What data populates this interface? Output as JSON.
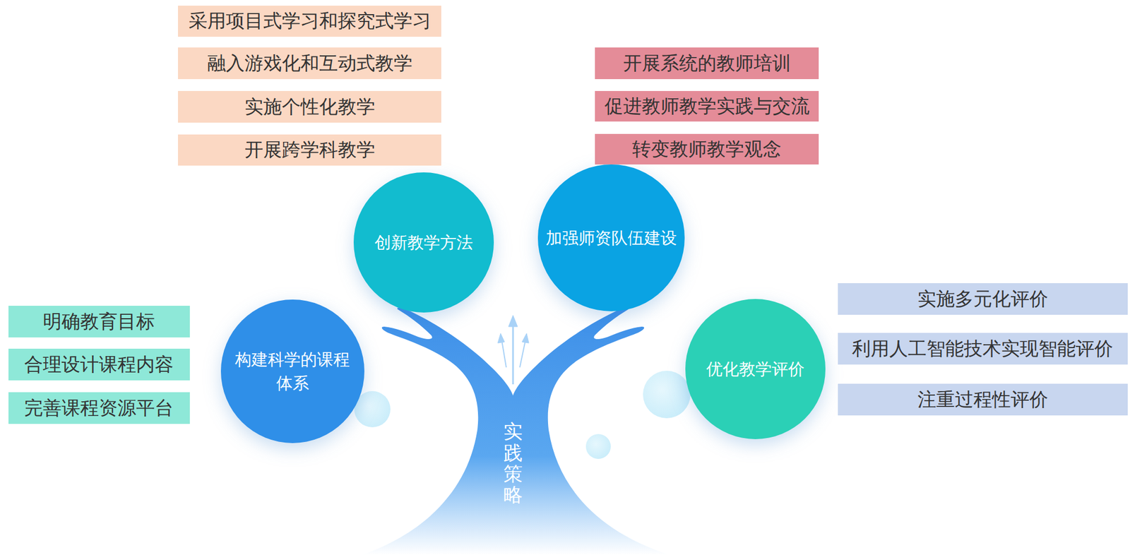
{
  "diagram": {
    "nodes": [
      {
        "text": [
          "实践策略"
        ]
      },
      {
        "text": [
          "构建科学的课程体系"
        ]
      },
      {
        "text": [
          "明确教育目标"
        ]
      },
      {
        "text": [
          "合理设计课程内容"
        ]
      },
      {
        "text": [
          "完善课程资源平台"
        ]
      },
      {
        "text": [
          "创新教学方法"
        ]
      },
      {
        "text": [
          "采用项目式学习和探究式学习"
        ]
      },
      {
        "text": [
          "融入游戏化和互动式教学"
        ]
      },
      {
        "text": [
          "实施个性化教学"
        ]
      },
      {
        "text": [
          "开展跨学科教学"
        ]
      },
      {
        "text": [
          "加强师资队伍建设"
        ]
      },
      {
        "text": [
          "开展系统的教师培训"
        ]
      },
      {
        "text": [
          "促进教师教学实践与交流"
        ]
      },
      {
        "text": [
          "转变教师教学观念"
        ]
      },
      {
        "text": [
          "优化教学评价"
        ]
      },
      {
        "text": [
          "实施多元化评价"
        ]
      },
      {
        "text": [
          "利用人工智能技术实现智能评价"
        ]
      },
      {
        "text": [
          "注重过程性评价"
        ]
      }
    ]
  }
}
